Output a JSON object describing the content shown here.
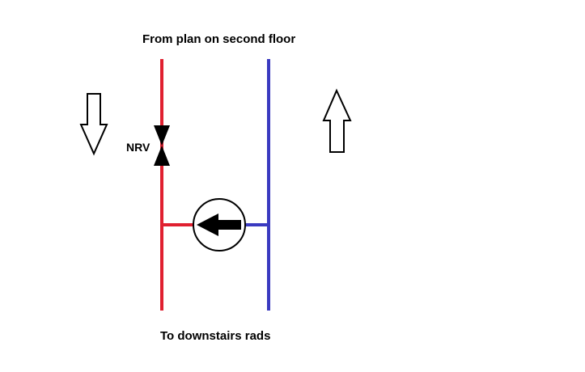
{
  "diagram": {
    "top_label": "From plan on second floor",
    "bottom_label": "To downstairs rads",
    "valve_label": "NRV"
  },
  "colors": {
    "flow_pipe": "#e02030",
    "return_pipe": "#3a3ac0",
    "symbol": "#000000",
    "background": "#ffffff"
  },
  "icons": {
    "flow_direction": "arrow-down-outline-icon",
    "return_direction": "arrow-up-outline-icon",
    "valve": "non-return-valve-icon",
    "pump": "circulating-pump-icon"
  }
}
